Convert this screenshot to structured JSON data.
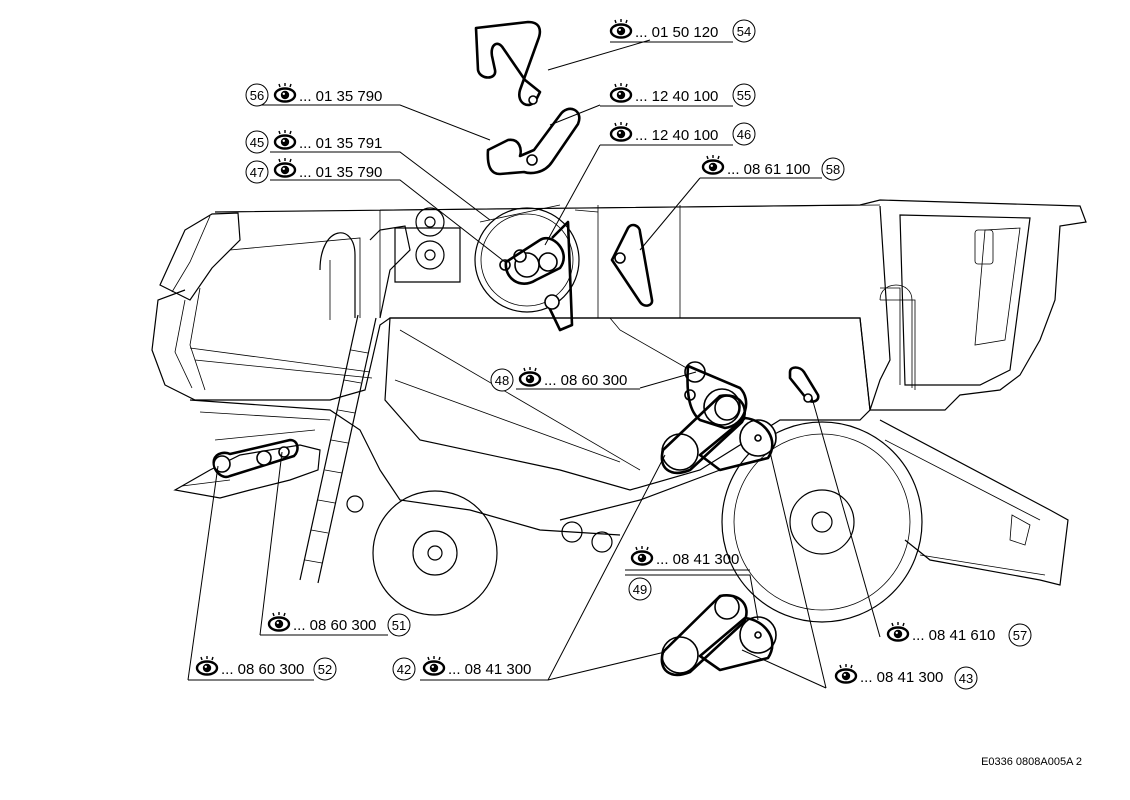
{
  "diagram": {
    "code": "E0336 0808A005A 2",
    "callouts": [
      {
        "id": "54",
        "part": "... 01 50 120"
      },
      {
        "id": "55",
        "part": "... 12 40 100"
      },
      {
        "id": "56",
        "part": "... 01 35 790"
      },
      {
        "id": "45",
        "part": "... 01 35 791"
      },
      {
        "id": "46",
        "part": "... 12 40 100"
      },
      {
        "id": "47",
        "part": "... 01 35 790"
      },
      {
        "id": "58",
        "part": "... 08 61 100"
      },
      {
        "id": "48",
        "part": "... 08 60 300"
      },
      {
        "id": "49",
        "part": "... 08 41 300"
      },
      {
        "id": "51",
        "part": "... 08 60 300"
      },
      {
        "id": "52",
        "part": "... 08 60 300"
      },
      {
        "id": "42",
        "part": "... 08 41 300"
      },
      {
        "id": "43",
        "part": "... 08 41 300"
      },
      {
        "id": "57",
        "part": "... 08 41 610"
      }
    ]
  }
}
